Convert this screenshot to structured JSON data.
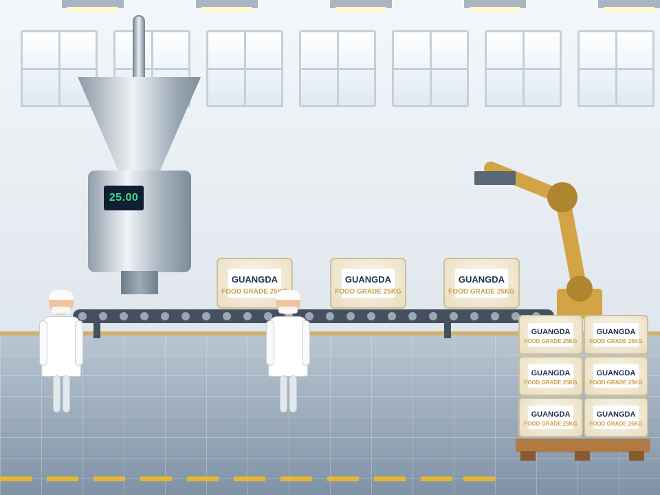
{
  "weigher": {
    "display_value": "25.00"
  },
  "bag": {
    "brand": "GUANGDA",
    "grade": "FOOD GRADE 25KG"
  },
  "colors": {
    "robot_arm": "#d3a445",
    "belt": "#44505e",
    "display_text": "#3ddc84",
    "floor_stripe": "#e3b72f"
  },
  "icons": {
    "worker": "worker-figure-icon",
    "robot": "robot-arm-icon"
  }
}
